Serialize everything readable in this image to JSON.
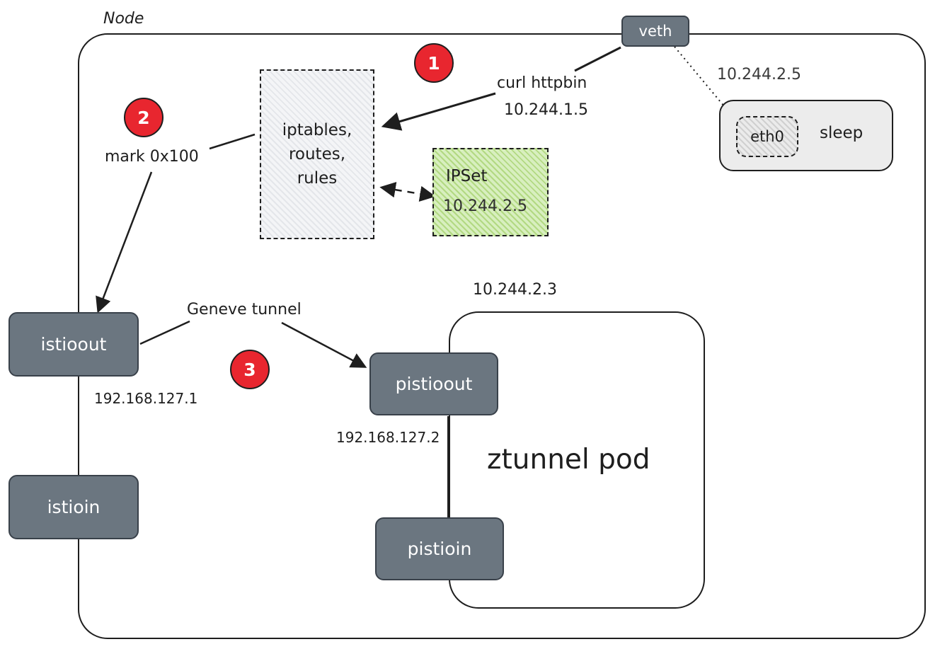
{
  "node": {
    "label": "Node"
  },
  "veth": {
    "label": "veth"
  },
  "sleep_pod": {
    "ip": "10.244.2.5",
    "interface": "eth0",
    "name": "sleep"
  },
  "iptables_box": {
    "lines": [
      "iptables,",
      "routes,",
      "rules"
    ]
  },
  "ipset_box": {
    "title": "IPSet",
    "ip": "10.244.2.5"
  },
  "request": {
    "command": "curl httpbin",
    "target_ip": "10.244.1.5"
  },
  "mark": {
    "label": "mark 0x100"
  },
  "tunnel": {
    "label": "Geneve tunnel"
  },
  "steps": [
    "1",
    "2",
    "3"
  ],
  "istioout": {
    "label": "istioout",
    "ip": "192.168.127.1"
  },
  "istioin": {
    "label": "istioin"
  },
  "ztunnel_pod": {
    "ip": "10.244.2.3",
    "name": "ztunnel pod",
    "pistioout": {
      "label": "pistioout",
      "ip": "192.168.127.2"
    },
    "pistioin": {
      "label": "pistioin"
    }
  },
  "colors": {
    "interface_fill": "#6b7680",
    "step_badge": "#e8262f",
    "ipset_fill": "#b2d982",
    "iptables_fill": "#e4e6ea",
    "stroke": "#1e1e1e"
  }
}
